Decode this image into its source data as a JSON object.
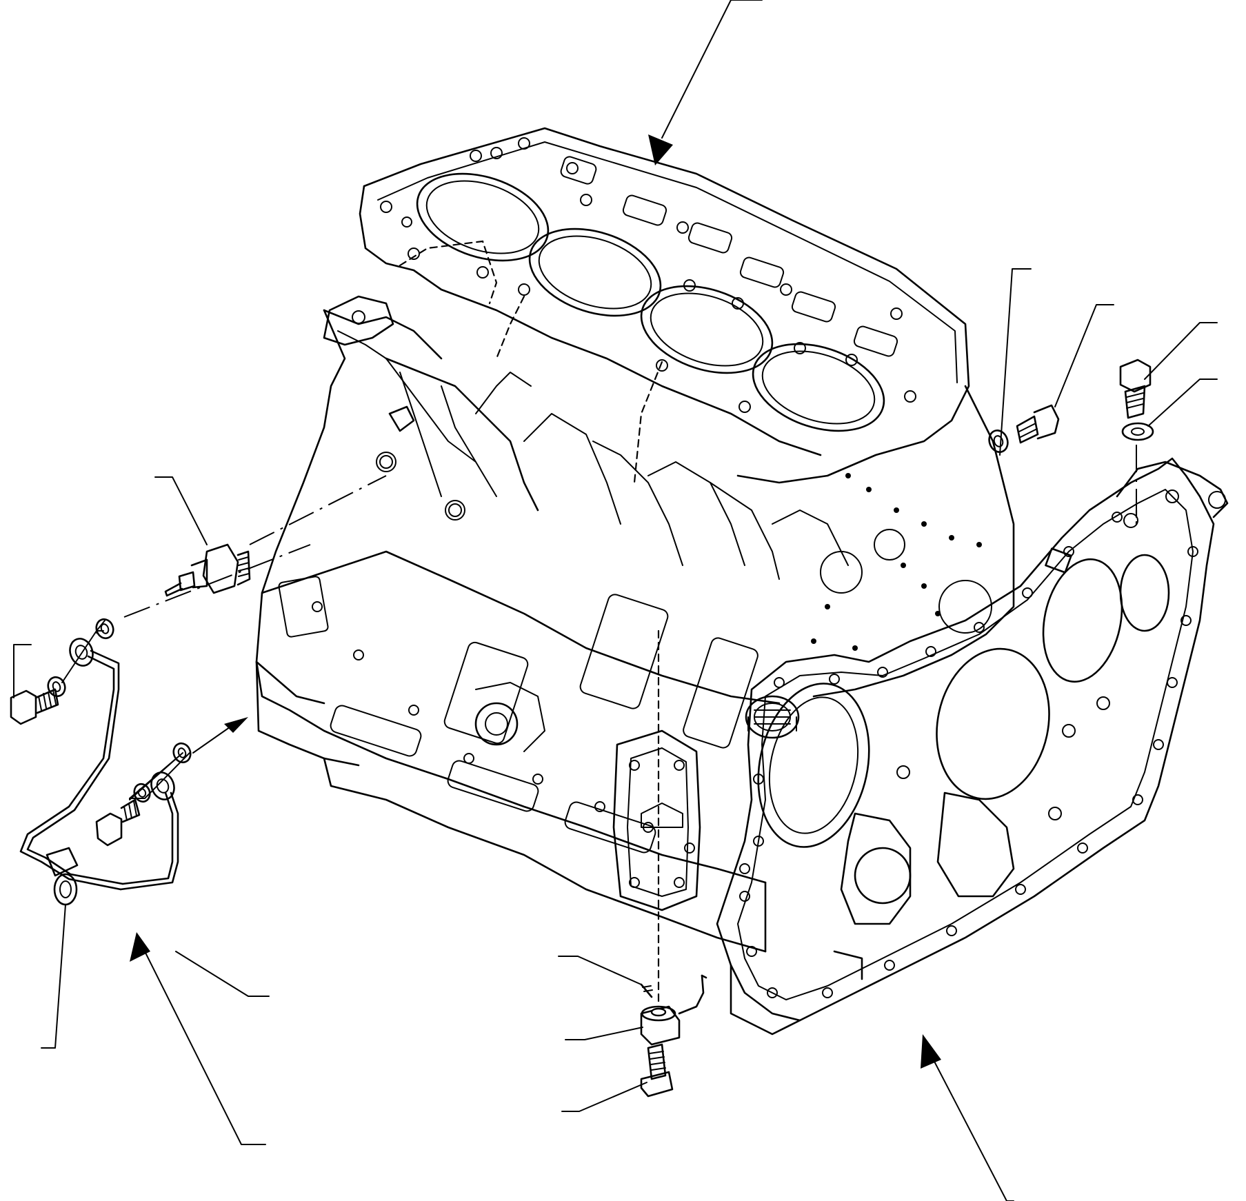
{
  "diagram": {
    "parts": [
      "cylinder-block",
      "front-plate",
      "oil-pressure-switch",
      "oil-pipe",
      "union-bolt",
      "gasket",
      "drain-cock",
      "plug-bolt",
      "washer"
    ],
    "callout_count": 17
  }
}
